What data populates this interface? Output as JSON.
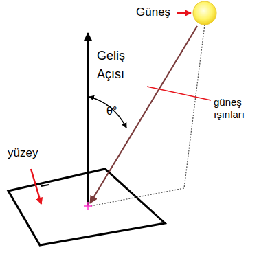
{
  "diagram": {
    "labels": [
      "Güneş",
      "Geliş Açısı",
      "θ°",
      "güneş ışınları",
      "yüzey"
    ]
  }
}
